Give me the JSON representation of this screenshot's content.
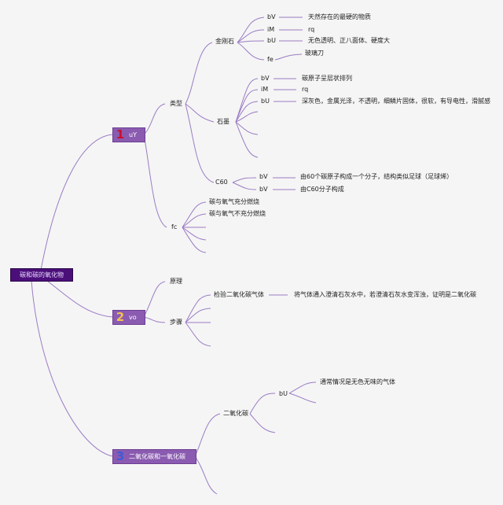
{
  "root": {
    "label": "碳和碳的氧化物"
  },
  "branches": [
    {
      "number": "1",
      "number_color": "#c8102e",
      "label": "uY"
    },
    {
      "number": "2",
      "number_color": "#f2c14e",
      "label": "vo"
    },
    {
      "number": "3",
      "number_color": "#3d5bd9",
      "label": "二氧化碳和一氧化碳"
    }
  ],
  "nodes": {
    "leixing": "类型",
    "jingangshi": "金刚石",
    "jg_bv": "bV",
    "jg_im": "iM",
    "jg_bu": "bU",
    "jg_fe": "fe",
    "jg_bv_t": "天然存在的最硬的物质",
    "jg_im_t": "rq",
    "jg_bu_t": "无色透明、正八面体、硬度大",
    "jg_fe_t": "玻璃刀",
    "shimo": "石墨",
    "sm_bv": "bV",
    "sm_im": "iM",
    "sm_bu": "bU",
    "sm_bv_t": "碳原子呈层状排列",
    "sm_im_t": "rq",
    "sm_bu_t": "深灰色，金属光泽，不透明，细鳞片固体，很软，有导电性，滑腻感",
    "c60": "C60",
    "c60_bv1": "bV",
    "c60_bv2": "bV",
    "c60_bv1_t": "由60个碳原子构成一个分子，结构类似足球（足球烯）",
    "c60_bv2_t": "由C60分子构成",
    "fc": "fc",
    "fc_1": "碳与氧气充分燃烧",
    "fc_2": "碳与氧气不充分燃烧",
    "yuanli": "原理",
    "buzhou": "步骤",
    "jianyan": "检验二氧化碳气体",
    "jianyan_t": "将气体通入澄清石灰水中，若澄清石灰水变浑浊，证明是二氧化碳",
    "co2": "二氧化碳",
    "co2_bu": "bU",
    "co2_bu_t": "通常情况是无色无味的气体"
  },
  "colors": {
    "line": "#9a7cc4",
    "background": "#f5f5f5",
    "root_fill": "#4b0f7a",
    "branch_fill": "#8a5bb0"
  }
}
